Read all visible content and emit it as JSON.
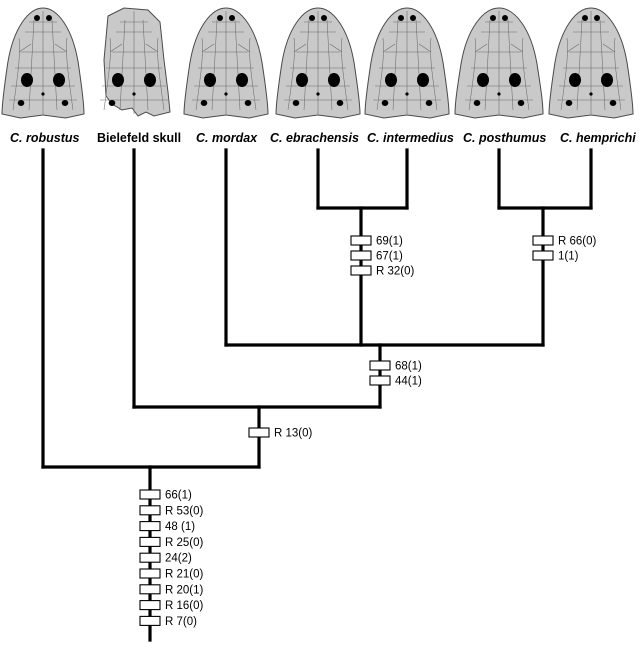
{
  "taxa": [
    {
      "id": "robustus",
      "label": "C. robustus",
      "italic": true
    },
    {
      "id": "bielefeld",
      "label": "Bielefeld skull",
      "italic": false
    },
    {
      "id": "mordax",
      "label": "C. mordax",
      "italic": true
    },
    {
      "id": "ebrachensis",
      "label": "C. ebrachensis",
      "italic": true
    },
    {
      "id": "intermedius",
      "label": "C. intermedius",
      "italic": true
    },
    {
      "id": "posthumus",
      "label": "C. posthumus",
      "italic": true
    },
    {
      "id": "hemprichi",
      "label": "C. hemprichi",
      "italic": true
    }
  ],
  "nodes": {
    "root": {
      "characters": [
        "66(1)",
        "R 53(0)",
        "48 (1)",
        "R 25(0)",
        "24(2)",
        "R 21(0)",
        "R 20(1)",
        "R 16(0)",
        "R 7(0)"
      ]
    },
    "node_bielefeld": {
      "characters": [
        "R 13(0)"
      ]
    },
    "node_mordax": {
      "characters": [
        "68(1)",
        "44(1)"
      ]
    },
    "node_ebr_int": {
      "characters": [
        "69(1)",
        "67(1)",
        "R 32(0)"
      ]
    },
    "node_post_hemp": {
      "characters": [
        "R 66(0)",
        "1(1)"
      ]
    }
  },
  "colors": {
    "skull_fill": "#c9c9c9",
    "line": "#000000"
  }
}
